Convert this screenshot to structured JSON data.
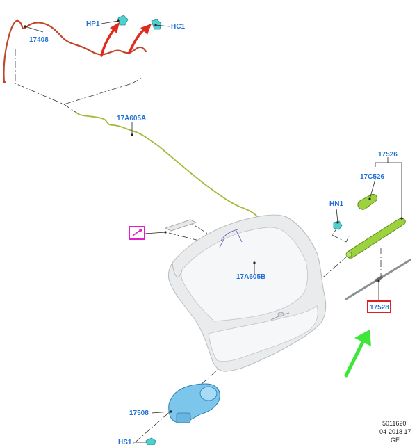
{
  "colors": {
    "label_blue": "#1f6fd6",
    "harness_red": "#c0462a",
    "harness_green": "#a8b83a",
    "connector_cyan": "#4fd0cf",
    "arm_green": "#9cd23e",
    "highlight_magenta": "#e020c8",
    "highlight_red": "#e02020",
    "pointer_arrow_red": "#e02a1e",
    "pointer_arrow_green": "#3ee63a",
    "motor_blue": "#7cc6ec"
  },
  "labels": {
    "hp1": "HP1",
    "hc1": "HC1",
    "part_17408": "17408",
    "part_17a605a": "17A605A",
    "part_17526": "17526",
    "part_17c526": "17C526",
    "hn1": "HN1",
    "part_17a605b": "17A605B",
    "part_17528": "17528",
    "part_17508": "17508",
    "hs1": "HS1"
  },
  "footer": {
    "code": "5011620",
    "date": "04-2018 17",
    "lang": "GE"
  },
  "icons": {
    "clip_symbol": "pencil-clip-icon"
  }
}
